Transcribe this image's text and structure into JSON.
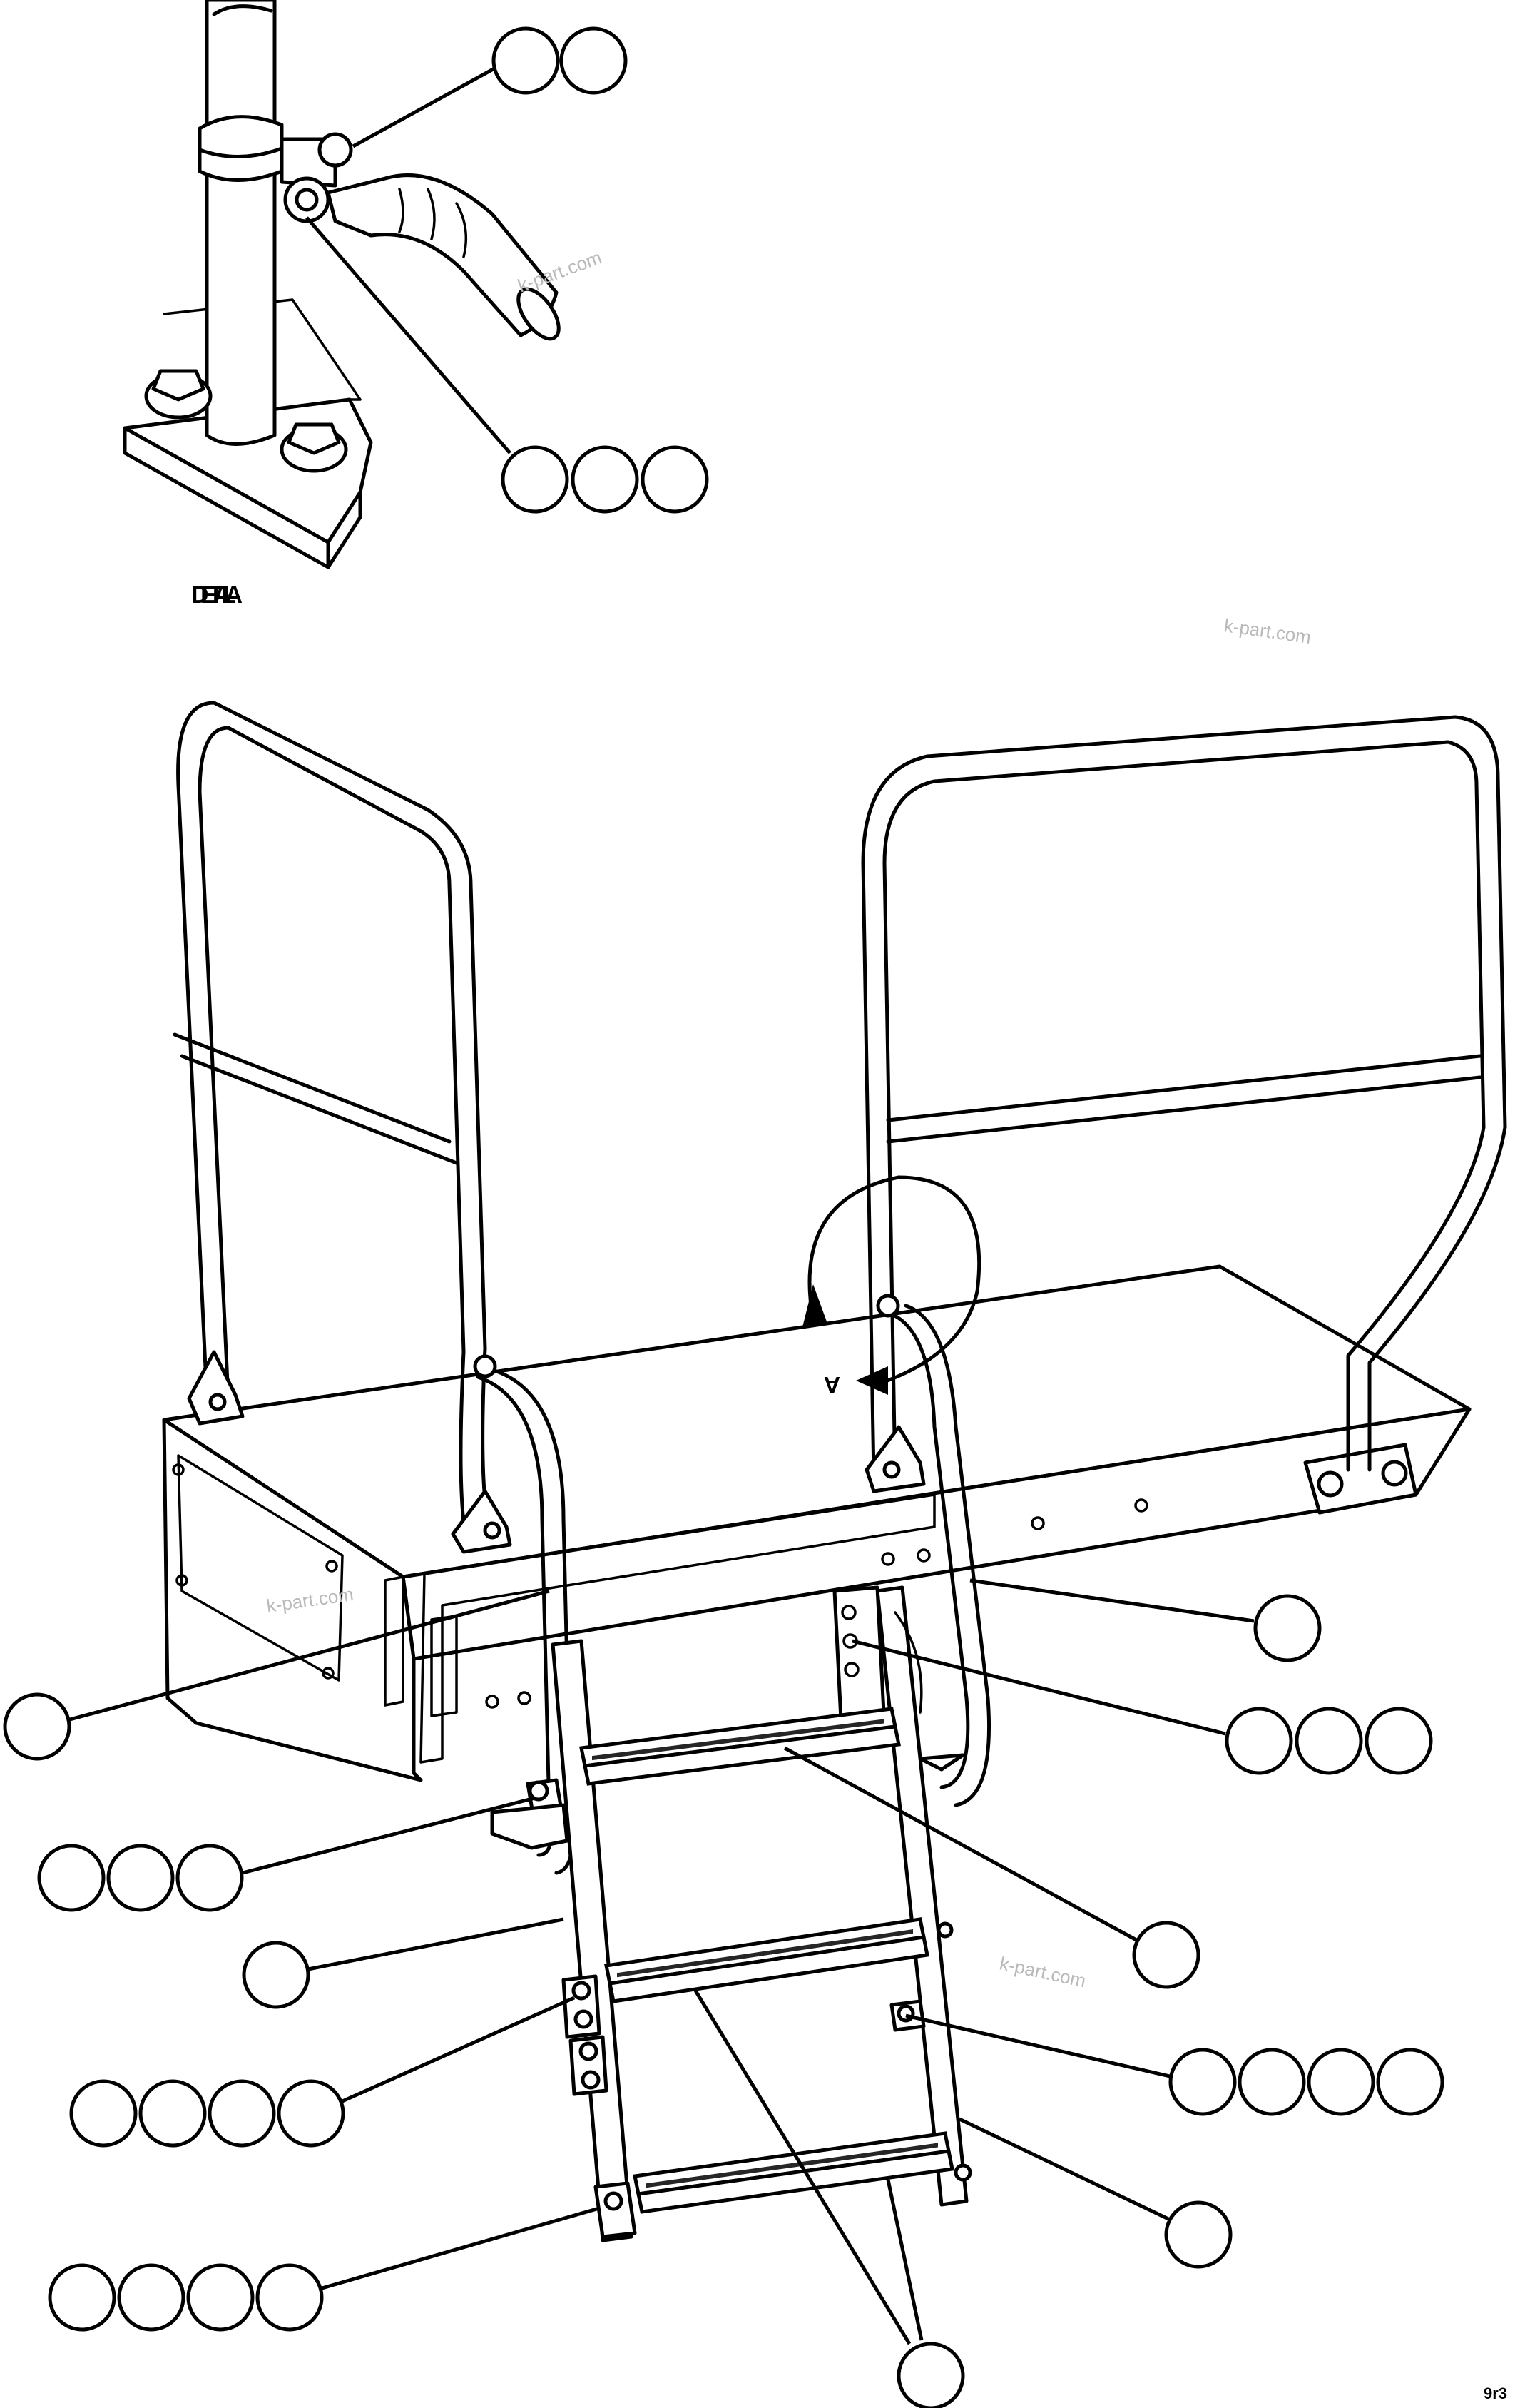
{
  "labels": {
    "detail_title": "DETAIL A",
    "view_marker": "A",
    "sheet_code": "9r3",
    "watermark": "k-part.com"
  },
  "callouts": [
    {
      "id": "c1",
      "circles": 2
    },
    {
      "id": "c2",
      "circles": 3
    },
    {
      "id": "c3",
      "circles": 1
    },
    {
      "id": "c4",
      "circles": 3
    },
    {
      "id": "c5",
      "circles": 1
    },
    {
      "id": "c6",
      "circles": 3
    },
    {
      "id": "c7",
      "circles": 1
    },
    {
      "id": "c8",
      "circles": 1
    },
    {
      "id": "c9",
      "circles": 4
    },
    {
      "id": "c10",
      "circles": 4
    },
    {
      "id": "c11",
      "circles": 1
    },
    {
      "id": "c12",
      "circles": 4
    },
    {
      "id": "c13",
      "circles": 1
    }
  ],
  "colors": {
    "line": "#000000",
    "background": "#ffffff",
    "watermark": "#b9b9b9"
  }
}
